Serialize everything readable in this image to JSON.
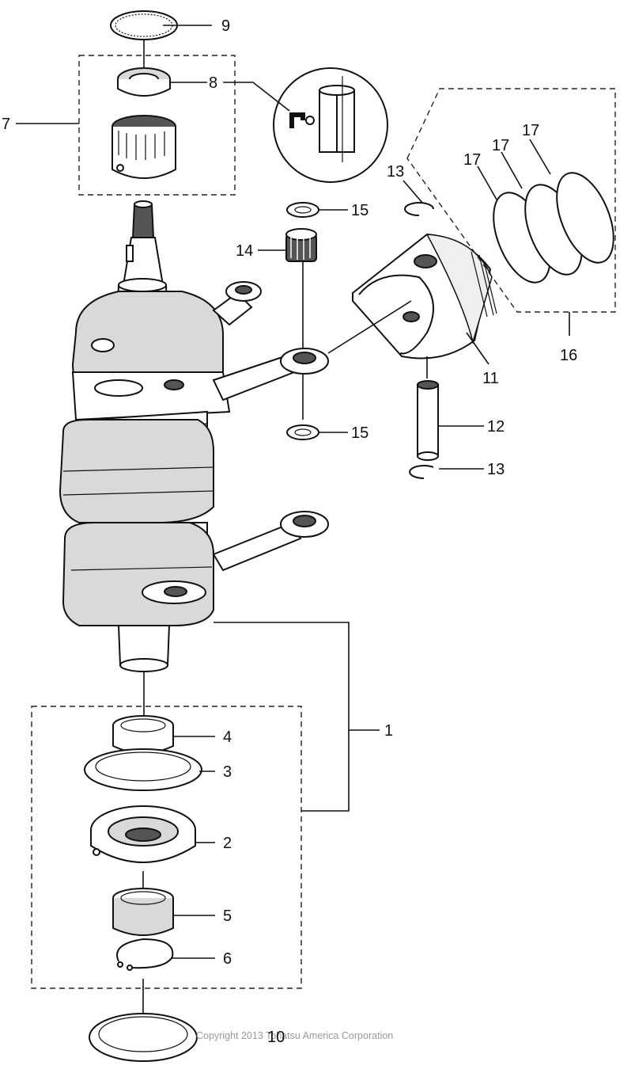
{
  "callouts": {
    "c1": "1",
    "c2": "2",
    "c3": "3",
    "c4": "4",
    "c5": "5",
    "c6": "6",
    "c7": "7",
    "c8": "8",
    "c9": "9",
    "c10": "10",
    "c11": "11",
    "c12": "12",
    "c13a": "13",
    "c13b": "13",
    "c14": "14",
    "c15a": "15",
    "c15b": "15",
    "c16": "16",
    "c17a": "17",
    "c17b": "17",
    "c17c": "17"
  },
  "copyright": "Copyright 2013 Tohatsu America Corporation",
  "icons": {
    "detail": "grease-application-icon"
  }
}
